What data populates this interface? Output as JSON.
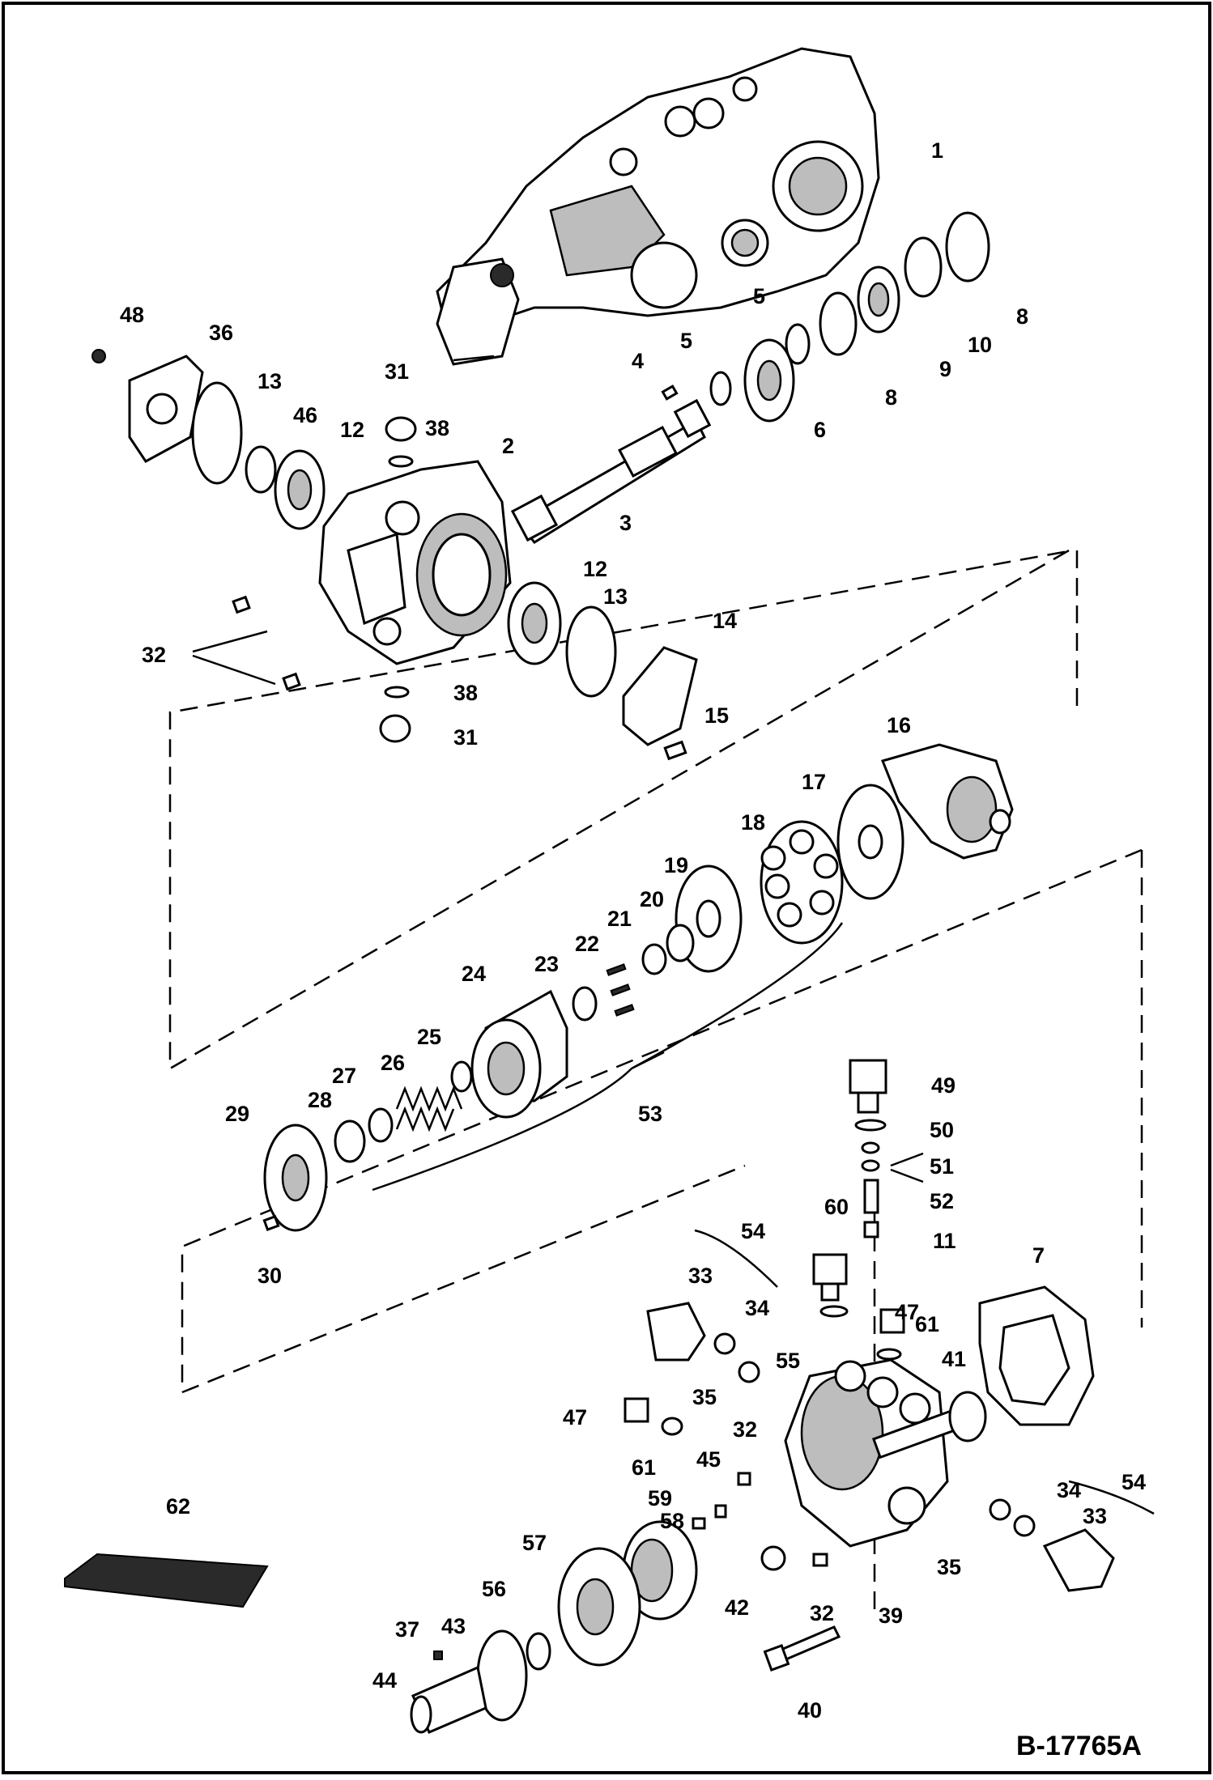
{
  "drawing_number": "B-17765A",
  "callouts": [
    "1",
    "2",
    "3",
    "4",
    "5",
    "5",
    "6",
    "8",
    "9",
    "10",
    "8",
    "48",
    "36",
    "13",
    "46",
    "12",
    "31",
    "38",
    "32",
    "12",
    "13",
    "14",
    "15",
    "38",
    "31",
    "16",
    "17",
    "18",
    "19",
    "20",
    "21",
    "22",
    "23",
    "24",
    "25",
    "26",
    "27",
    "28",
    "29",
    "30",
    "53",
    "49",
    "50",
    "51",
    "52",
    "11",
    "60",
    "54",
    "33",
    "34",
    "55",
    "35",
    "47",
    "61",
    "41",
    "7",
    "47",
    "32",
    "45",
    "61",
    "59",
    "58",
    "57",
    "56",
    "43",
    "37",
    "44",
    "42",
    "32",
    "39",
    "40",
    "35",
    "34",
    "33",
    "54",
    "62"
  ]
}
